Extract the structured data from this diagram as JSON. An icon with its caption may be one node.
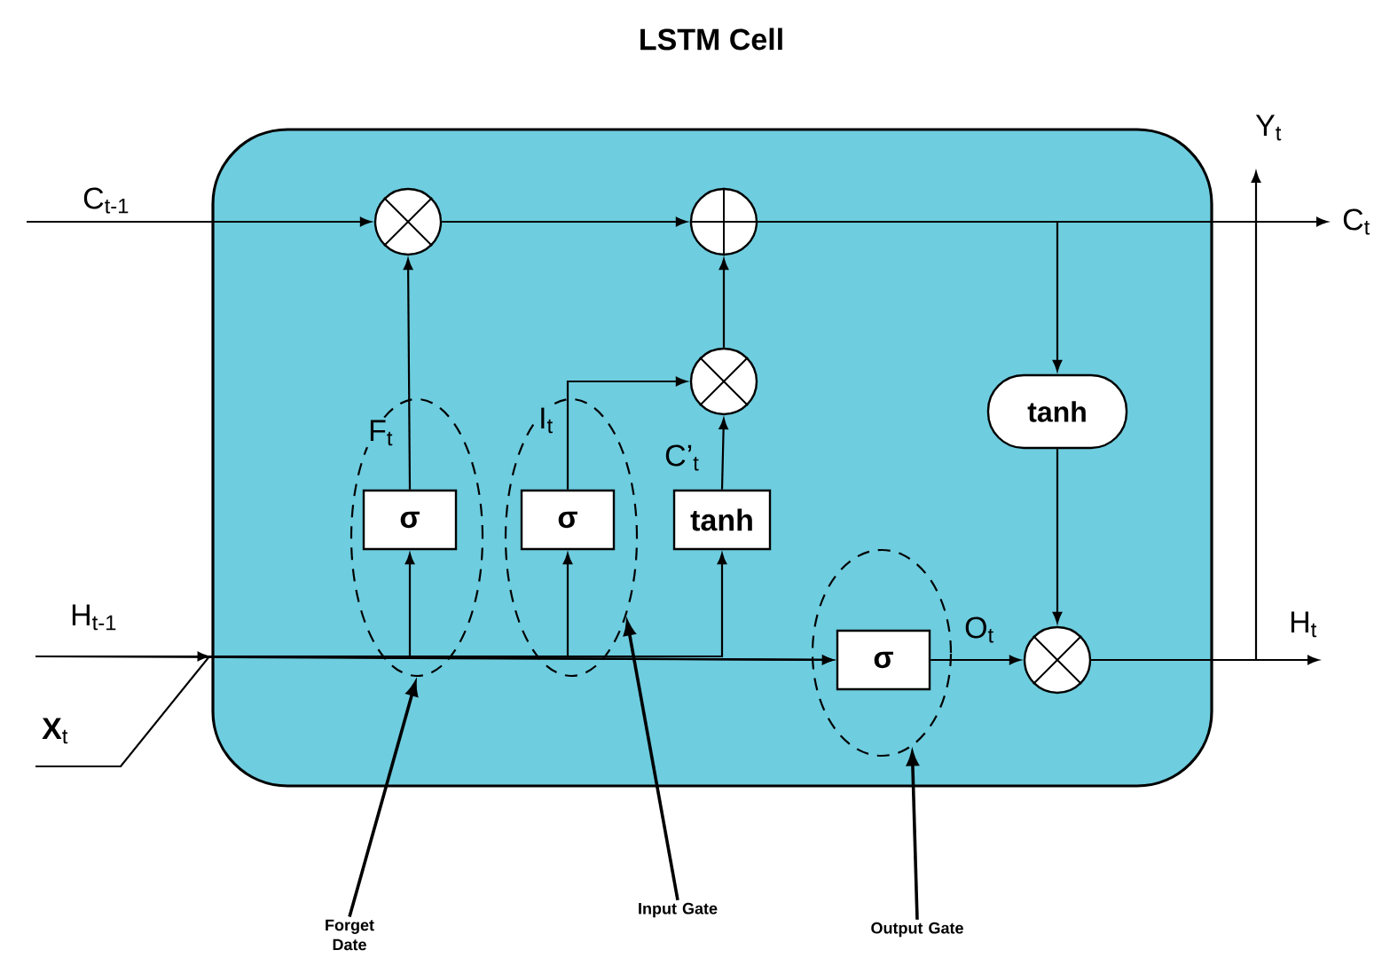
{
  "diagram": {
    "title": "LSTM Cell",
    "nodes": [
      {
        "text": [],
        "shape": "box"
      },
      {
        "text": [],
        "shape": "circle",
        "in": 0
      },
      {
        "text": [],
        "shape": "circle",
        "in": 0
      },
      {
        "text": [],
        "shape": "circle",
        "in": 0
      },
      {
        "text": [],
        "shape": "ellipse",
        "in": 0
      },
      {
        "text": [
          "σ"
        ],
        "in": 4
      },
      {
        "text": [],
        "shape": "ellipse",
        "in": 0
      },
      {
        "text": [
          "σ"
        ],
        "in": 6
      },
      {
        "text": [
          "tanh"
        ],
        "in": 0
      },
      {
        "text": [
          "tanh"
        ],
        "in": 0
      },
      {
        "text": [],
        "shape": "ellipse",
        "in": 0
      },
      {
        "text": [
          "σ"
        ],
        "in": 10
      },
      {
        "text": [],
        "shape": "circle",
        "in": 0
      },
      {
        "text": [
          "Forget Date"
        ]
      },
      {
        "text": [
          "Input Gate"
        ]
      },
      {
        "text": [
          "Output Gate"
        ]
      }
    ],
    "edges": [
      {
        "from": null,
        "to": 1,
        "arrow": "to",
        "label": "C$_{t-1}$"
      },
      {
        "from": 1,
        "to": 2,
        "arrow": "to"
      },
      {
        "from": 2,
        "to": null,
        "arrow": "to",
        "label": "C$_{t}$"
      },
      {
        "from": 2,
        "to": 9,
        "arrow": "to"
      },
      {
        "from": 3,
        "to": 2,
        "arrow": "to"
      },
      {
        "from": 5,
        "to": 1,
        "arrow": "to",
        "label": "F$_{t}$"
      },
      {
        "from": 7,
        "to": 3,
        "arrow": "to",
        "label": "I$_{t}$"
      },
      {
        "from": 8,
        "to": 3,
        "arrow": "to",
        "label": "C’$_{t}$"
      },
      {
        "from": null,
        "to": 5,
        "arrow": "to"
      },
      {
        "from": null,
        "to": 7,
        "arrow": "to"
      },
      {
        "from": null,
        "to": 8,
        "arrow": "to"
      },
      {
        "from": null,
        "to": 11,
        "arrow": "to",
        "label": "H$_{t-1}$"
      },
      {
        "from": null,
        "to": 11,
        "arrow": "to",
        "label": "**X**$_{t}$"
      },
      {
        "from": 11,
        "to": 12,
        "arrow": "to",
        "label": "O$_{t}$"
      },
      {
        "from": 9,
        "to": 12,
        "arrow": "to"
      },
      {
        "from": 12,
        "to": null,
        "arrow": "to",
        "label": "H$_{t}$"
      },
      {
        "from": 12,
        "to": null,
        "arrow": "to",
        "label": "Y$_{t}$"
      },
      {
        "from": 13,
        "to": 4,
        "arrow": "to"
      },
      {
        "from": 14,
        "to": 6,
        "arrow": "to"
      },
      {
        "from": 15,
        "to": 10,
        "arrow": "to"
      }
    ]
  }
}
